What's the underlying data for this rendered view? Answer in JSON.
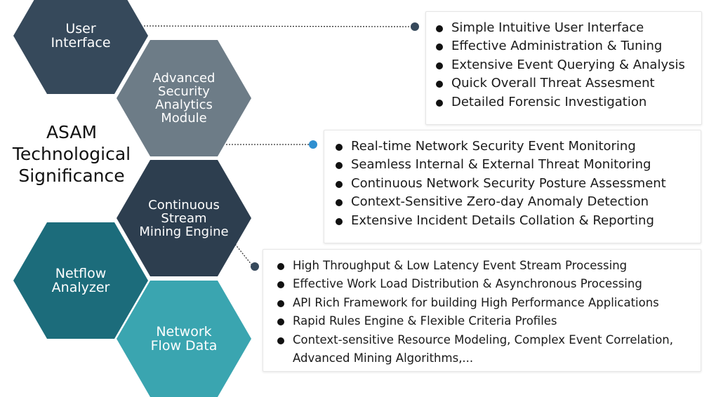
{
  "center_title": "ASAM\nTechnological\nSignificance",
  "hexagons": {
    "user_interface": "User\nInterface",
    "asam_module": "Advanced\nSecurity\nAnalytics\nModule",
    "continuous_stream": "Continuous\nStream\nMining Engine",
    "netflow_analyzer": "Netflow\nAnalyzer",
    "network_flow_data": "Network\nFlow Data"
  },
  "boxes": {
    "user_interface": [
      "Simple Intuitive User Interface",
      "Effective Administration & Tuning",
      "Extensive Event Querying & Analysis",
      "Quick Overall Threat Assesment",
      "Detailed Forensic Investigation"
    ],
    "asam_module": [
      "Real-time Network Security Event Monitoring",
      "Seamless Internal & External Threat Monitoring",
      "Continuous Network Security Posture Assessment",
      "Context-Sensitive Zero-day Anomaly Detection",
      "Extensive Incident Details Collation & Reporting"
    ],
    "continuous_stream": [
      "High Throughput & Low Latency Event Stream Processing",
      "Effective Work Load Distribution & Asynchronous Processing",
      "API Rich Framework for building High Performance Applications",
      "Rapid Rules Engine & Flexible Criteria Profiles",
      "Context-sensitive Resource Modeling, Complex Event Correlation, Advanced Mining Algorithms,..."
    ]
  },
  "colors": {
    "user_interface": "#36495b",
    "asam_module": "#6d7c87",
    "continuous_stream": "#2d3e4f",
    "netflow_analyzer": "#1c6c7b",
    "network_flow_data": "#3aa5b0",
    "accent_dot": "#2f8fd0"
  }
}
